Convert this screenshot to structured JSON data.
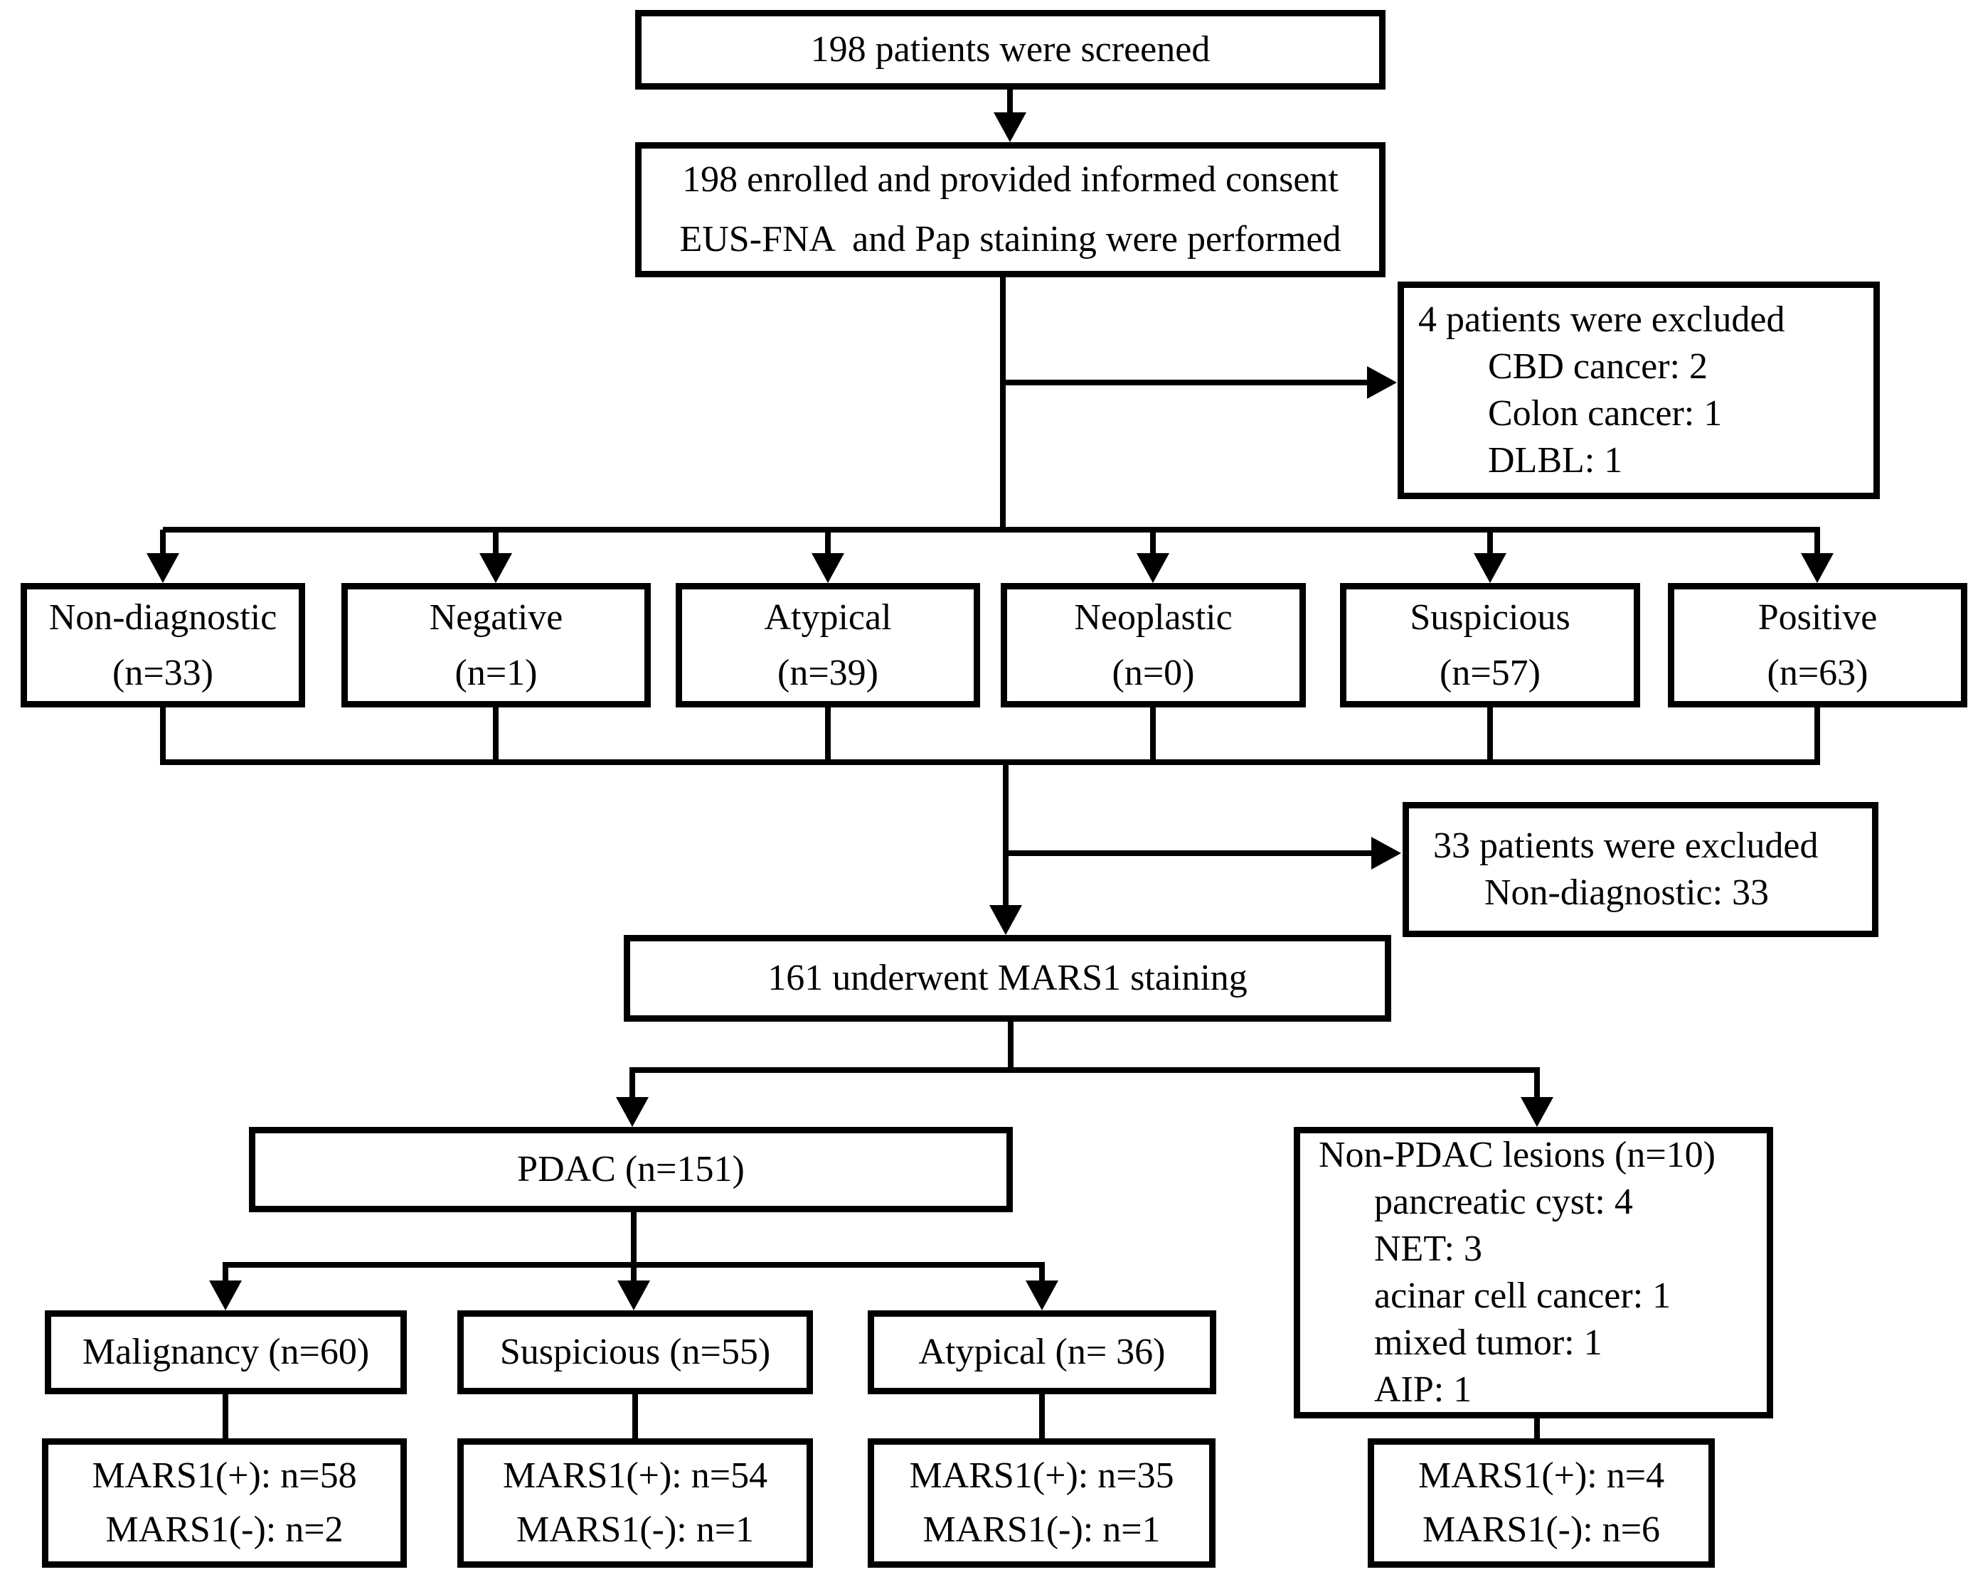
{
  "colors": {
    "line": "#000000",
    "text": "#000000",
    "background": "#ffffff"
  },
  "boxes": {
    "screened": {
      "text": "198 patients were screened"
    },
    "enrolled": {
      "lines": [
        "198 enrolled and provided informed consent",
        "EUS-FNA  and Pap staining were performed"
      ]
    },
    "excluded4": {
      "title": "4 patients were excluded",
      "items": [
        "CBD cancer: 2",
        "Colon cancer: 1",
        "DLBL: 1"
      ]
    },
    "cytology": [
      {
        "name": "Non-diagnostic",
        "n": "(n=33)"
      },
      {
        "name": "Negative",
        "n": "(n=1)"
      },
      {
        "name": "Atypical",
        "n": "(n=39)"
      },
      {
        "name": "Neoplastic",
        "n": "(n=0)"
      },
      {
        "name": "Suspicious",
        "n": "(n=57)"
      },
      {
        "name": "Positive",
        "n": "(n=63)"
      }
    ],
    "excluded33": {
      "title": "33 patients were excluded",
      "items": [
        "Non-diagnostic: 33"
      ]
    },
    "stain161": {
      "text": "161 underwent MARS1 staining"
    },
    "pdac": {
      "text": "PDAC (n=151)"
    },
    "nonpdac": {
      "title": "Non-PDAC lesions (n=10)",
      "items": [
        "pancreatic cyst: 4",
        "NET: 3",
        "acinar cell cancer: 1",
        "mixed tumor: 1",
        "AIP: 1"
      ]
    },
    "pdac_groups": [
      {
        "label": "Malignancy (n=60)",
        "mars": [
          "MARS1(+): n=58",
          "MARS1(-): n=2"
        ]
      },
      {
        "label": "Suspicious (n=55)",
        "mars": [
          "MARS1(+): n=54",
          "MARS1(-): n=1"
        ]
      },
      {
        "label": "Atypical (n= 36)",
        "mars": [
          "MARS1(+): n=35",
          "MARS1(-): n=1"
        ]
      }
    ],
    "nonpdac_mars": [
      "MARS1(+): n=4",
      "MARS1(-): n=6"
    ]
  }
}
